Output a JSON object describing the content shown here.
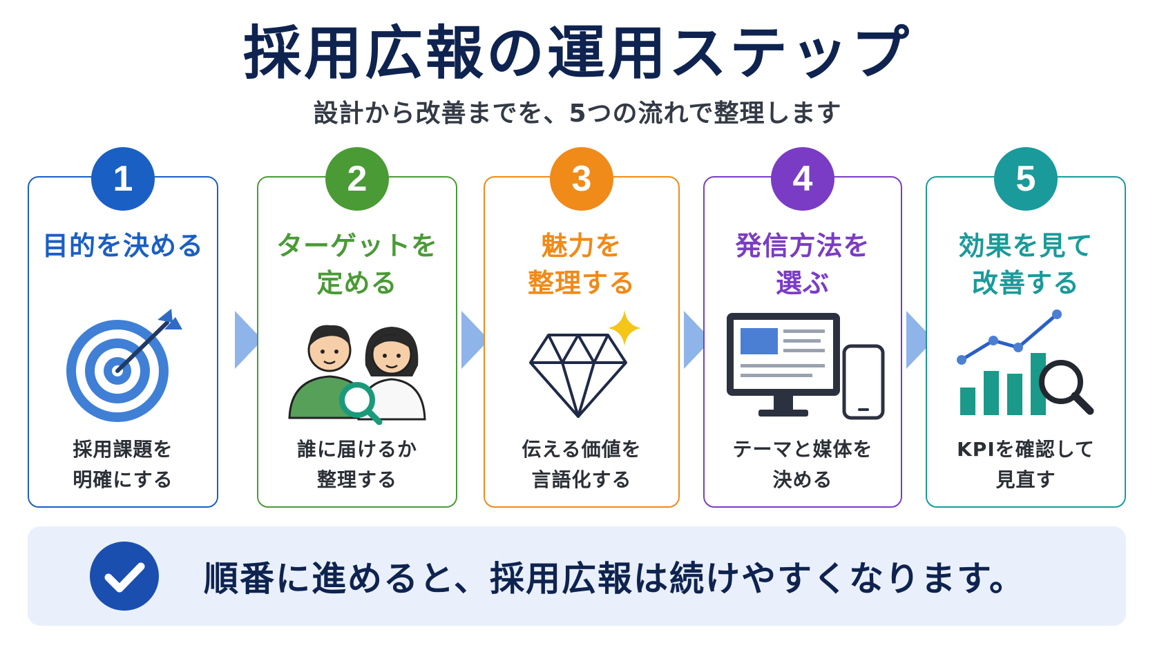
{
  "title": "採用広報の運用ステップ",
  "subtitle": "設計から改善までを、5つの流れで整理します",
  "steps": [
    {
      "number": "1",
      "title": "目的を決める",
      "description": "採用課題を\n明確にする",
      "color": "#1a5fc4",
      "icon": "target-icon"
    },
    {
      "number": "2",
      "title": "ターゲットを\n定める",
      "description": "誰に届けるか\n整理する",
      "color": "#4a9a36",
      "icon": "people-search-icon"
    },
    {
      "number": "3",
      "title": "魅力を\n整理する",
      "description": "伝える価値を\n言語化する",
      "color": "#f08a18",
      "icon": "diamond-icon"
    },
    {
      "number": "4",
      "title": "発信方法を\n選ぶ",
      "description": "テーマと媒体を\n決める",
      "color": "#7a3cc4",
      "icon": "devices-icon"
    },
    {
      "number": "5",
      "title": "効果を見て\n改善する",
      "description": "KPIを確認して\n見直す",
      "color": "#1a9a9a",
      "icon": "analytics-icon"
    }
  ],
  "banner": {
    "text": "順番に進めると、採用広報は続けやすくなります。",
    "icon": "check-icon",
    "background": "#e9f0fb"
  },
  "colors": {
    "title": "#0f2350",
    "arrow": "#8fb4ea"
  }
}
